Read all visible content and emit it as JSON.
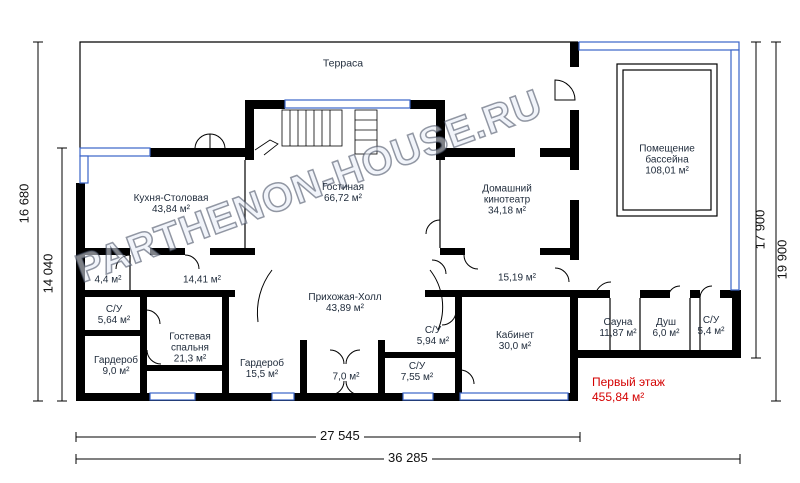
{
  "plan": {
    "watermark": "PARTHENON-HOUSE.RU",
    "rooms": [
      {
        "id": "terrace",
        "name": "Терраса",
        "area": ""
      },
      {
        "id": "kitchen",
        "name": "Кухня-Столовая",
        "area": "43,84 м²"
      },
      {
        "id": "living",
        "name": "Гостиная",
        "area": "66,72 м²"
      },
      {
        "id": "cinema",
        "name": "Домашний кинотеатр",
        "area": "34,18 м²"
      },
      {
        "id": "pool",
        "name": "Помещение бассейна",
        "area": "108,01 м²"
      },
      {
        "id": "small1",
        "name": "",
        "area": "4,4 м²"
      },
      {
        "id": "corridor",
        "name": "",
        "area": "14,41 м²"
      },
      {
        "id": "hall",
        "name": "Прихожая-Холл",
        "area": "43,89 м²"
      },
      {
        "id": "room1519",
        "name": "",
        "area": "15,19 м²"
      },
      {
        "id": "wc1",
        "name": "С/У",
        "area": "5,64 м²"
      },
      {
        "id": "guest",
        "name": "Гостевая спальня",
        "area": "21,3 м²"
      },
      {
        "id": "wardrobe1",
        "name": "Гардероб",
        "area": "9,0 м²"
      },
      {
        "id": "wardrobe2",
        "name": "Гардероб",
        "area": "15,5 м²"
      },
      {
        "id": "vestibule",
        "name": "",
        "area": "7,0 м²"
      },
      {
        "id": "wc2",
        "name": "С/У",
        "area": "5,94 м²"
      },
      {
        "id": "wc3",
        "name": "С/У",
        "area": "7,55 м²"
      },
      {
        "id": "office",
        "name": "Кабинет",
        "area": "30,0 м²"
      },
      {
        "id": "sauna",
        "name": "Сауна",
        "area": "11,87 м²"
      },
      {
        "id": "shower",
        "name": "Душ",
        "area": "6,0 м²"
      },
      {
        "id": "wc4",
        "name": "С/У",
        "area": "5,4 м²"
      }
    ],
    "floor_title": "Первый этаж",
    "floor_area": "455,84 м²",
    "dimensions": {
      "left_outer": "16 680",
      "left_inner": "14 040",
      "right_inner": "17 900",
      "right_outer": "19 900",
      "bottom_inner": "27 545",
      "bottom_outer": "36 285"
    },
    "colors": {
      "wall": "#000000",
      "window": "#3a64c8",
      "floor_title": "#d40000"
    }
  }
}
